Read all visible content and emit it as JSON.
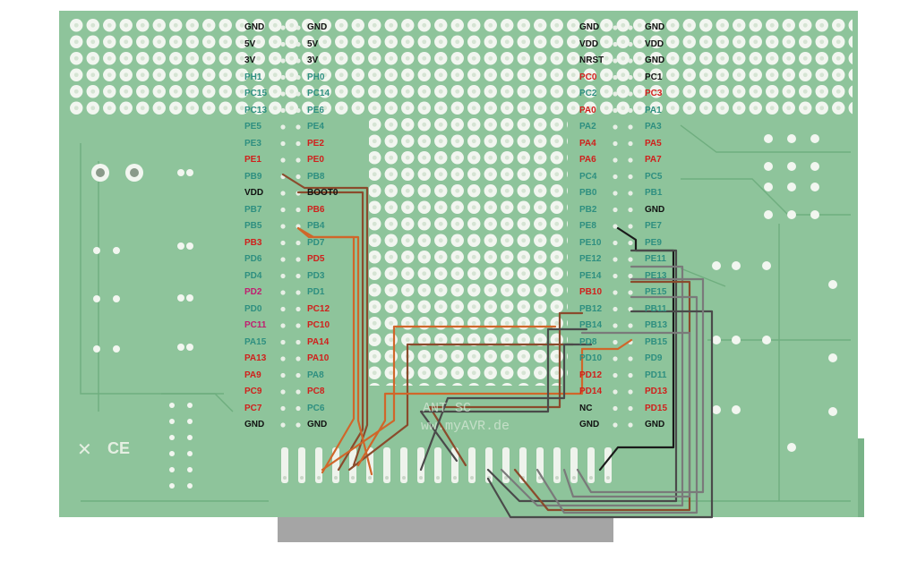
{
  "colors": {
    "board": "#8ec49b",
    "board_edge": "#79b388",
    "pad": "#f2f6f0",
    "hole": "#d5e4d3",
    "silk": "#e5efe2",
    "connector": "#a5a5a5",
    "label_black": "#111111",
    "label_teal": "#2e8f80",
    "label_red": "#d0201c",
    "label_magenta": "#c01e70",
    "wire_black": "#1a1a1a",
    "wire_brown": "#8a4b2c",
    "wire_orange": "#d0662a",
    "wire_gray": "#7a7a7a",
    "wire_dark_gray": "#4a4a4a"
  },
  "board": {
    "ghost_text_1": "ANT SC",
    "ghost_text_2": "ww.myAVR.de",
    "x_mark": "✕",
    "ce_mark": "CE"
  },
  "header_left_outer": [
    {
      "label": "GND",
      "color": "black"
    },
    {
      "label": "5V",
      "color": "black"
    },
    {
      "label": "3V",
      "color": "black"
    },
    {
      "label": "PH1",
      "color": "teal"
    },
    {
      "label": "PC15",
      "color": "teal"
    },
    {
      "label": "PC13",
      "color": "teal"
    },
    {
      "label": "PE5",
      "color": "teal"
    },
    {
      "label": "PE3",
      "color": "teal"
    },
    {
      "label": "PE1",
      "color": "red"
    },
    {
      "label": "PB9",
      "color": "teal"
    },
    {
      "label": "VDD",
      "color": "black"
    },
    {
      "label": "PB7",
      "color": "teal"
    },
    {
      "label": "PB5",
      "color": "teal"
    },
    {
      "label": "PB3",
      "color": "red"
    },
    {
      "label": "PD6",
      "color": "teal"
    },
    {
      "label": "PD4",
      "color": "teal"
    },
    {
      "label": "PD2",
      "color": "magenta"
    },
    {
      "label": "PD0",
      "color": "teal"
    },
    {
      "label": "PC11",
      "color": "magenta"
    },
    {
      "label": "PA15",
      "color": "teal"
    },
    {
      "label": "PA13",
      "color": "red"
    },
    {
      "label": "PA9",
      "color": "red"
    },
    {
      "label": "PC9",
      "color": "red"
    },
    {
      "label": "PC7",
      "color": "red"
    },
    {
      "label": "GND",
      "color": "black"
    }
  ],
  "header_left_inner": [
    {
      "label": "GND",
      "color": "black"
    },
    {
      "label": "5V",
      "color": "black"
    },
    {
      "label": "3V",
      "color": "black"
    },
    {
      "label": "PH0",
      "color": "teal"
    },
    {
      "label": "PC14",
      "color": "teal"
    },
    {
      "label": "PE6",
      "color": "teal"
    },
    {
      "label": "PE4",
      "color": "teal"
    },
    {
      "label": "PE2",
      "color": "red"
    },
    {
      "label": "PE0",
      "color": "red"
    },
    {
      "label": "PB8",
      "color": "teal"
    },
    {
      "label": "BOOT0",
      "color": "black"
    },
    {
      "label": "PB6",
      "color": "red"
    },
    {
      "label": "PB4",
      "color": "teal"
    },
    {
      "label": "PD7",
      "color": "teal"
    },
    {
      "label": "PD5",
      "color": "red"
    },
    {
      "label": "PD3",
      "color": "teal"
    },
    {
      "label": "PD1",
      "color": "teal"
    },
    {
      "label": "PC12",
      "color": "red"
    },
    {
      "label": "PC10",
      "color": "red"
    },
    {
      "label": "PA14",
      "color": "red"
    },
    {
      "label": "PA10",
      "color": "red"
    },
    {
      "label": "PA8",
      "color": "teal"
    },
    {
      "label": "PC8",
      "color": "red"
    },
    {
      "label": "PC6",
      "color": "teal"
    },
    {
      "label": "GND",
      "color": "black"
    }
  ],
  "header_right_inner": [
    {
      "label": "GND",
      "color": "black"
    },
    {
      "label": "VDD",
      "color": "black"
    },
    {
      "label": "NRST",
      "color": "black"
    },
    {
      "label": "PC0",
      "color": "red"
    },
    {
      "label": "PC2",
      "color": "teal"
    },
    {
      "label": "PA0",
      "color": "red"
    },
    {
      "label": "PA2",
      "color": "teal"
    },
    {
      "label": "PA4",
      "color": "red"
    },
    {
      "label": "PA6",
      "color": "red"
    },
    {
      "label": "PC4",
      "color": "teal"
    },
    {
      "label": "PB0",
      "color": "teal"
    },
    {
      "label": "PB2",
      "color": "teal"
    },
    {
      "label": "PE8",
      "color": "teal"
    },
    {
      "label": "PE10",
      "color": "teal"
    },
    {
      "label": "PE12",
      "color": "teal"
    },
    {
      "label": "PE14",
      "color": "teal"
    },
    {
      "label": "PB10",
      "color": "red"
    },
    {
      "label": "PB12",
      "color": "teal"
    },
    {
      "label": "PB14",
      "color": "teal"
    },
    {
      "label": "PD8",
      "color": "teal"
    },
    {
      "label": "PD10",
      "color": "teal"
    },
    {
      "label": "PD12",
      "color": "red"
    },
    {
      "label": "PD14",
      "color": "red"
    },
    {
      "label": "NC",
      "color": "black"
    },
    {
      "label": "GND",
      "color": "black"
    }
  ],
  "header_right_outer": [
    {
      "label": "GND",
      "color": "black"
    },
    {
      "label": "VDD",
      "color": "black"
    },
    {
      "label": "GND",
      "color": "black"
    },
    {
      "label": "PC1",
      "color": "black"
    },
    {
      "label": "PC3",
      "color": "red"
    },
    {
      "label": "PA1",
      "color": "teal"
    },
    {
      "label": "PA3",
      "color": "teal"
    },
    {
      "label": "PA5",
      "color": "red"
    },
    {
      "label": "PA7",
      "color": "red"
    },
    {
      "label": "PC5",
      "color": "teal"
    },
    {
      "label": "PB1",
      "color": "teal"
    },
    {
      "label": "GND",
      "color": "black"
    },
    {
      "label": "PE7",
      "color": "teal"
    },
    {
      "label": "PE9",
      "color": "teal"
    },
    {
      "label": "PE11",
      "color": "teal"
    },
    {
      "label": "PE13",
      "color": "teal"
    },
    {
      "label": "PE15",
      "color": "teal"
    },
    {
      "label": "PB11",
      "color": "teal"
    },
    {
      "label": "PB13",
      "color": "teal"
    },
    {
      "label": "PB15",
      "color": "teal"
    },
    {
      "label": "PD9",
      "color": "teal"
    },
    {
      "label": "PD11",
      "color": "teal"
    },
    {
      "label": "PD13",
      "color": "red"
    },
    {
      "label": "PD15",
      "color": "red"
    },
    {
      "label": "GND",
      "color": "black"
    }
  ]
}
